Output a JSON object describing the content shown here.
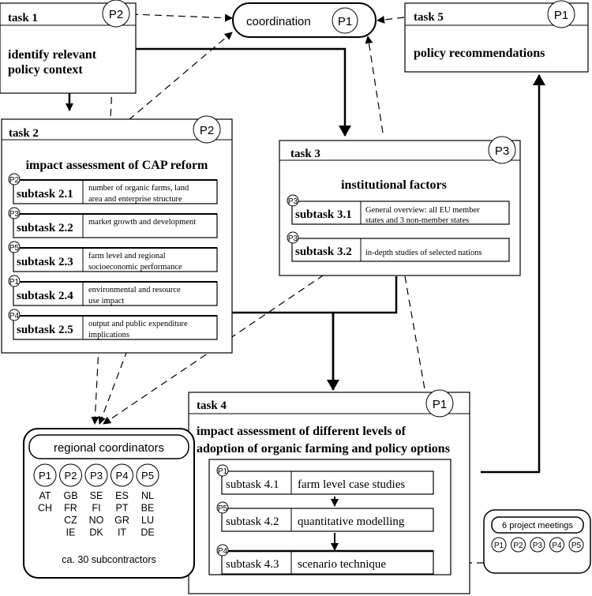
{
  "coordination": {
    "label": "coordination",
    "partner": "P1"
  },
  "task1": {
    "title": "task 1",
    "partner": "P2",
    "lines": [
      "identify relevant",
      "policy context"
    ]
  },
  "task5": {
    "title": "task 5",
    "partner": "P1",
    "body": "policy recommendations"
  },
  "task2": {
    "title": "task 2",
    "partner": "P2",
    "heading": "impact assessment of CAP reform",
    "subtasks": [
      {
        "partner": "P2",
        "label": "subtask 2.1",
        "lines": [
          "number of organic farms, land",
          "area and enterprise structure"
        ]
      },
      {
        "partner": "P3",
        "label": "subtask 2.2",
        "lines": [
          "market growth and development",
          ""
        ]
      },
      {
        "partner": "P5",
        "label": "subtask 2.3",
        "lines": [
          "farm level and regional",
          "socioeconomic performance"
        ]
      },
      {
        "partner": "P1",
        "label": "subtask 2.4",
        "lines": [
          "environmental and resource",
          "use impact"
        ]
      },
      {
        "partner": "P4",
        "label": "subtask 2.5",
        "lines": [
          "output and public expenditure",
          "implications"
        ]
      }
    ]
  },
  "task3": {
    "title": "task 3",
    "partner": "P3",
    "heading": "institutional factors",
    "subtasks": [
      {
        "partner": "P3",
        "label": "subtask 3.1",
        "lines": [
          "General overview: all EU member",
          "states and 3 non-member states"
        ]
      },
      {
        "partner": "P3",
        "label": "subtask 3.2",
        "lines": [
          "in-depth studies of selected nations",
          ""
        ]
      }
    ]
  },
  "task4": {
    "title": "task 4",
    "partner": "P1",
    "heading": [
      "impact assessment of different levels of",
      "adoption of organic farming and policy options"
    ],
    "subtasks": [
      {
        "partner": "P1",
        "label": "subtask 4.1",
        "desc": "farm level case studies"
      },
      {
        "partner": "P5",
        "label": "subtask 4.2",
        "desc": "quantitative modelling"
      },
      {
        "partner": "P4",
        "label": "subtask 4.3",
        "desc": "scenario technique"
      }
    ]
  },
  "regional": {
    "title": "regional coordinators",
    "partners": [
      {
        "id": "P1",
        "countries": [
          "AT",
          "CH",
          "",
          ""
        ]
      },
      {
        "id": "P2",
        "countries": [
          "GB",
          "FR",
          "CZ",
          "IE"
        ]
      },
      {
        "id": "P3",
        "countries": [
          "SE",
          "FI",
          "NO",
          "DK"
        ]
      },
      {
        "id": "P4",
        "countries": [
          "ES",
          "PT",
          "GR",
          "IT"
        ]
      },
      {
        "id": "P5",
        "countries": [
          "NL",
          "BE",
          "LU",
          "DE"
        ]
      }
    ],
    "footer": "ca. 30 subcontractors"
  },
  "meetings": {
    "title": "6 project meetings",
    "partners": [
      "P1",
      "P2",
      "P3",
      "P4",
      "P5"
    ]
  }
}
